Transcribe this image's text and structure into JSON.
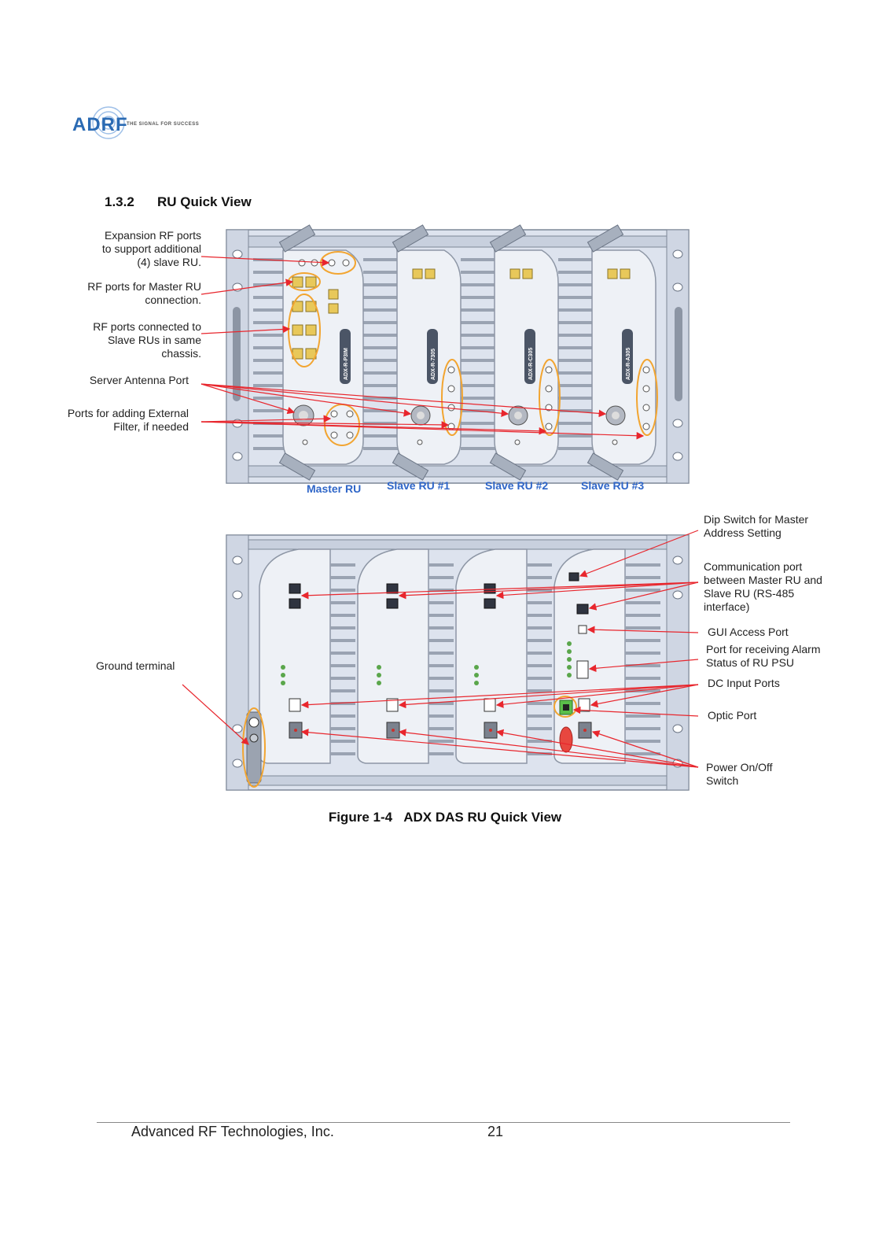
{
  "header": {
    "logo_text": "ADRF",
    "logo_tagline": "THE SIGNAL FOR SUCCESS"
  },
  "section": {
    "number": "1.3.2",
    "title": "RU Quick View"
  },
  "front_view": {
    "callouts": {
      "expansion_rf": [
        "Expansion RF ports",
        "to support additional",
        "(4) slave RU."
      ],
      "master_rf": [
        "RF ports for Master RU",
        "connection."
      ],
      "slave_rf": [
        "RF ports connected to",
        "Slave RUs in same",
        "chassis."
      ],
      "server_antenna": [
        "Server Antenna Port"
      ],
      "external_filter": [
        "Ports for adding External",
        "Filter, if needed"
      ]
    },
    "units": [
      "Master RU",
      "Slave RU #1",
      "Slave RU #2",
      "Slave RU #3"
    ],
    "module_models": [
      "ADX-R-P3IM",
      "ADX-R-7305",
      "ADX-R-C305",
      "ADX-R-A305"
    ]
  },
  "rear_view": {
    "callouts": {
      "ground": [
        "Ground terminal"
      ],
      "dip_switch": [
        "Dip Switch for Master",
        "Address Setting"
      ],
      "comm_port": [
        "Communication port",
        "between Master RU and",
        "Slave RU (RS-485",
        "interface)"
      ],
      "gui_port": [
        "GUI Access Port"
      ],
      "alarm_port": [
        "Port for receiving Alarm",
        "Status of RU PSU"
      ],
      "dc_input": [
        "DC Input Ports"
      ],
      "optic": [
        "Optic Port"
      ],
      "power": [
        "Power On/Off",
        "Switch"
      ]
    }
  },
  "figure": {
    "label": "Figure 1-4",
    "title": "ADX DAS RU Quick View"
  },
  "footer": {
    "company": "Advanced RF Technologies, Inc.",
    "page": "21"
  },
  "colors": {
    "accent_blue": "#2f66c8",
    "callout_arrow": "#e8262d",
    "highlight_ring": "#f2a531",
    "chassis_fill": "#dde3ee"
  }
}
